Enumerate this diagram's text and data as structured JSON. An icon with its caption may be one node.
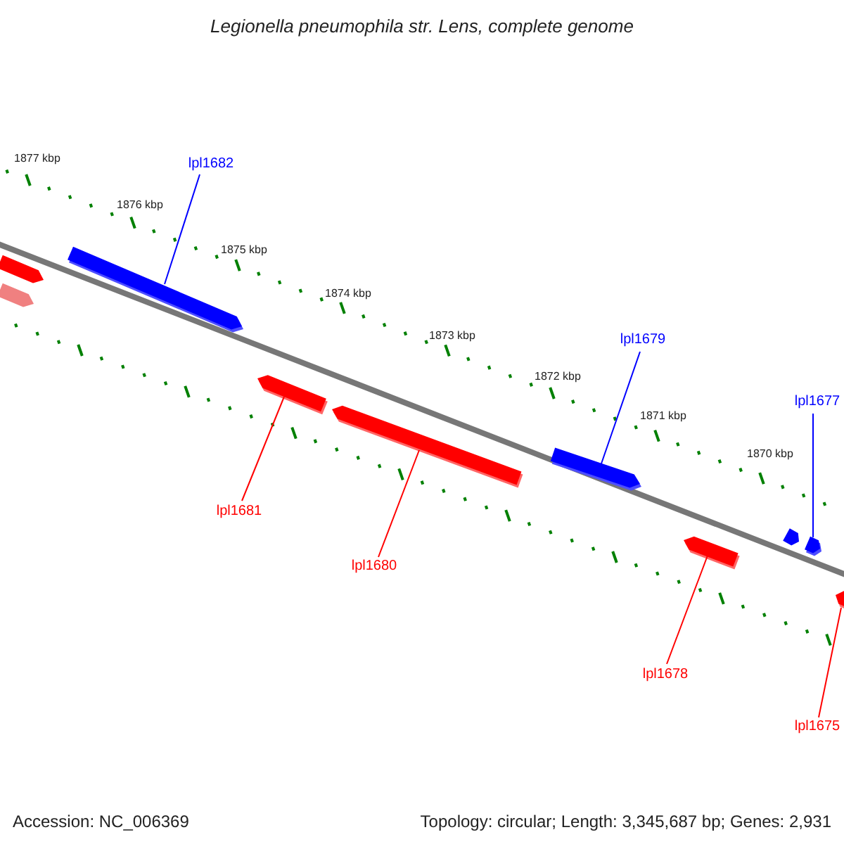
{
  "diagram": {
    "title": "Legionella pneumophila str. Lens, complete genome",
    "nodes": [
      {
        "text": [
          "lpl1682"
        ]
      },
      {
        "text": [
          "lpl1679"
        ]
      },
      {
        "text": [
          "lpl1677"
        ]
      },
      {
        "text": [
          "lpl1681"
        ]
      },
      {
        "text": [
          "lpl1680"
        ]
      },
      {
        "text": [
          "lpl1678"
        ]
      },
      {
        "text": [
          "lpl1675"
        ]
      },
      {
        "text": [],
        "shape": "bar"
      },
      {
        "text": [],
        "shape": "bar"
      },
      {
        "text": [],
        "shape": "bar"
      },
      {
        "text": [],
        "shape": "bar"
      },
      {
        "text": [],
        "shape": "bar"
      },
      {
        "text": [],
        "shape": "bar"
      },
      {
        "text": [],
        "shape": "bar"
      }
    ],
    "edges": [
      {
        "from": 0,
        "to": 7,
        "arrow": "none",
        "color": "#0000ff"
      },
      {
        "from": 1,
        "to": 8,
        "arrow": "none",
        "color": "#0000ff"
      },
      {
        "from": 2,
        "to": 9,
        "arrow": "none",
        "color": "#0000ff"
      },
      {
        "from": 3,
        "to": 10,
        "arrow": "none"
      },
      {
        "from": 4,
        "to": 11,
        "arrow": "none"
      },
      {
        "from": 5,
        "to": 12,
        "arrow": "none"
      },
      {
        "from": 6,
        "to": 13,
        "arrow": "none"
      }
    ],
    "labels": [
      "1877 kbp",
      "1876 kbp",
      "1875 kbp",
      "1874 kbp",
      "1873 kbp",
      "1872 kbp",
      "1871 kbp",
      "1870 kbp",
      "Accession: NC_006369",
      "Topology: circular; Length: 3,345,687 bp; Genes: 2,931"
    ]
  }
}
